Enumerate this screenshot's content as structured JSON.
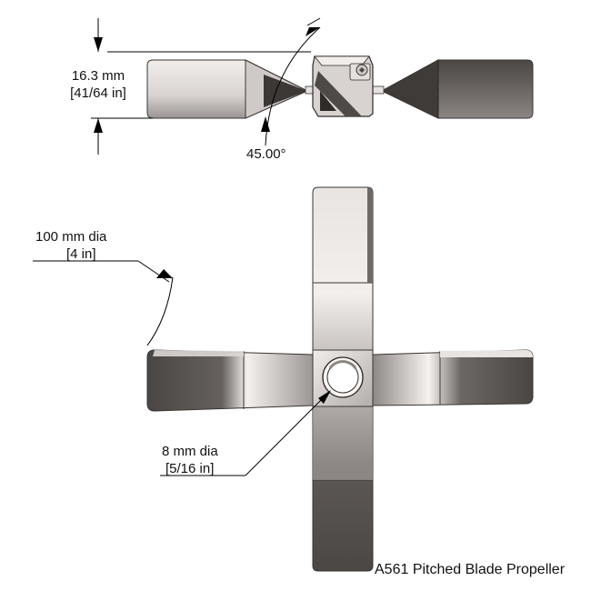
{
  "dimensions": {
    "height": {
      "value": "16.3 mm",
      "alt": "[41/64 in]"
    },
    "angle": {
      "value": "45.00°"
    },
    "diameter": {
      "value": "100 mm dia",
      "alt": "[4 in]"
    },
    "bore": {
      "value": "8 mm dia",
      "alt": "[5/16 in]"
    }
  },
  "caption": "A561 Pitched Blade Propeller",
  "colors": {
    "line": "#000000",
    "blade_dark": "#5a5654",
    "blade_light": "#ebe7e5",
    "outline": "#3a3634"
  }
}
